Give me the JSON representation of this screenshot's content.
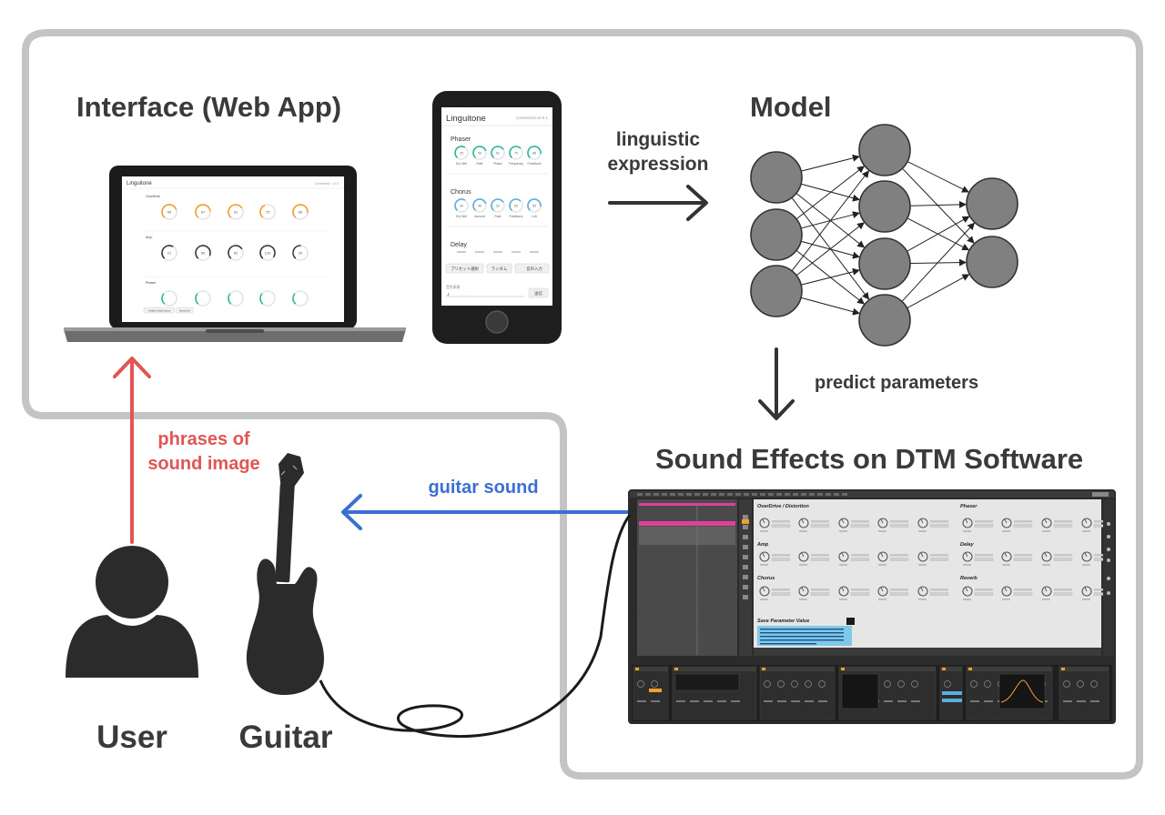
{
  "labels": {
    "interface": "Interface (Web App)",
    "model": "Model",
    "linguistic_1": "linguistic",
    "linguistic_2": "expression",
    "predict": "predict parameters",
    "sound_effects": "Sound Effects on DTM Software",
    "guitar_sound": "guitar sound",
    "phrases_1": "phrases of",
    "phrases_2": "sound image",
    "user": "User",
    "guitar": "Guitar"
  },
  "colors": {
    "border": "#c4c4c4",
    "dark": "#3a3a3a",
    "red_arrow": "#e05555",
    "blue_arrow": "#3b6fd4",
    "node": "#808080",
    "knob_orange": "#f0a030",
    "knob_teal": "#2db89a",
    "knob_blue": "#5aaee0",
    "daw_pink": "#e0409a"
  },
  "laptop_app": {
    "brand": "Linguitone",
    "status": "Connected · v2.0",
    "sections": [
      {
        "name": "OverDrive",
        "values": [
          "50",
          "67",
          "31",
          "75",
          "80"
        ],
        "color_key": "knob_orange"
      },
      {
        "name": "Amp",
        "values": [
          "21",
          "50",
          "62",
          "120",
          "29"
        ],
        "color_key": "dark"
      },
      {
        "name": "Phaser",
        "values": [
          "",
          "",
          "",
          "",
          ""
        ],
        "color_key": "knob_teal"
      }
    ],
    "footer_buttons": [
      "Initialize default values",
      "Randomize"
    ]
  },
  "phone_app": {
    "brand": "Linguitone",
    "status": "Connected v2.0.1",
    "sections": [
      {
        "name": "Phaser",
        "knob_labels": [
          "Dry Wet",
          "Rate",
          "Phase",
          "Frequency",
          "Feedback"
        ],
        "values": [
          "25",
          "50",
          "62",
          "70",
          "88"
        ],
        "color_key": "knob_teal"
      },
      {
        "name": "Chorus",
        "knob_labels": [
          "Dry Wet",
          "Amount",
          "Rate",
          "Feedback",
          "LoD"
        ],
        "values": [
          "30",
          "45",
          "20",
          "55",
          "65"
        ],
        "color_key": "knob_blue"
      },
      {
        "name": "Delay",
        "knob_labels": [
          "",
          "",
          "",
          "",
          ""
        ],
        "values": [
          "",
          "",
          "",
          "",
          ""
        ],
        "color_key": "dark"
      }
    ],
    "buttons": [
      "プリセット選択",
      "ランダム",
      "音声入力"
    ],
    "input_label": "音色表現",
    "send_button": "送信"
  },
  "daw": {
    "sections": {
      "overdrive": "OverDrive / Distortion",
      "amp": "Amp",
      "chorus": "Chorus",
      "phaser": "Phaser",
      "delay": "Delay",
      "reverb": "Reverb",
      "save": "Save Parameter Value"
    }
  },
  "network": {
    "layers": [
      3,
      4,
      2
    ]
  }
}
